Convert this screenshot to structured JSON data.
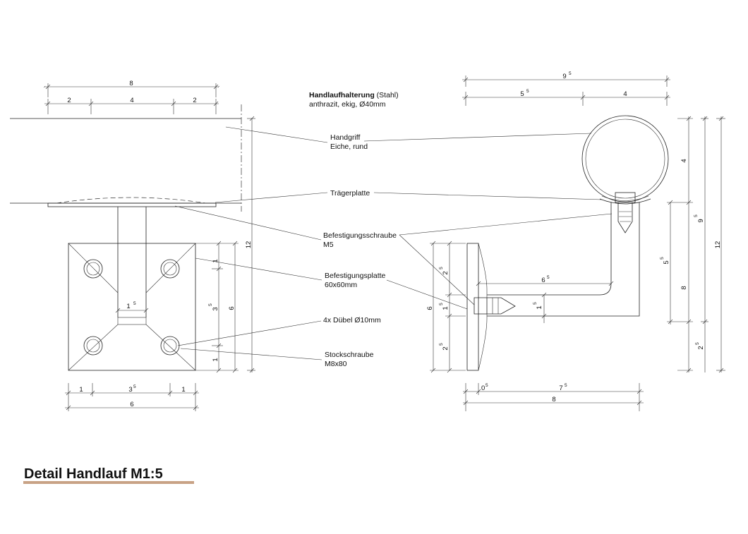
{
  "title": "Detail Handlauf M1:5",
  "accent_color": "#c8a285",
  "header": {
    "bold": "Handlaufhalterung",
    "rest": " (Stahl)",
    "line2": "anthrazit, ekig, Ø40mm"
  },
  "labels": {
    "handgriff_1": "Handgriff",
    "handgriff_2": "Eiche, rund",
    "traegerplatte": "Trägerplatte",
    "schraube_1": "Befestigungsschraube",
    "schraube_2": "M5",
    "platte_1": "Befestigungsplatte",
    "platte_2": "60x60mm",
    "duebel": "4x Dübel Ø10mm",
    "stockschraube_1": "Stockschraube",
    "stockschraube_2": "M8x80"
  },
  "dims": {
    "top_8": "8",
    "top_2a": "2",
    "top_4": "4",
    "top_2b": "2",
    "v_12": "12",
    "v_1a": "1",
    "v_3": "3",
    "v_3s": "5",
    "v_6": "6",
    "v_1b": "1",
    "m_1": "1",
    "m_1s": "5",
    "b_1a": "1",
    "b_3": "3",
    "b_3s": "5",
    "b_1b": "1",
    "b_6": "6",
    "r_9": "9",
    "r_9s": "5",
    "r_5": "5",
    "r_5s": "5",
    "r_4": "4",
    "rv_4": "4",
    "rv_9": "9",
    "rv_9s": "5",
    "rv_12": "12",
    "rv_5": "5",
    "rv_5s": "5",
    "rv_8": "8",
    "rv_2": "2",
    "rv_2s": "5",
    "p_6": "6",
    "p_2a": "2",
    "p_2as": "5",
    "p_1": "1",
    "p_1s": "5",
    "p_2b": "2",
    "p_2bs": "5",
    "arm_6": "6",
    "arm_6s": "5",
    "arm_1": "1",
    "arm_1s": "5",
    "rb_0": "0",
    "rb_0s": "5",
    "rb_7": "7",
    "rb_7s": "5",
    "rb_8": "8"
  }
}
